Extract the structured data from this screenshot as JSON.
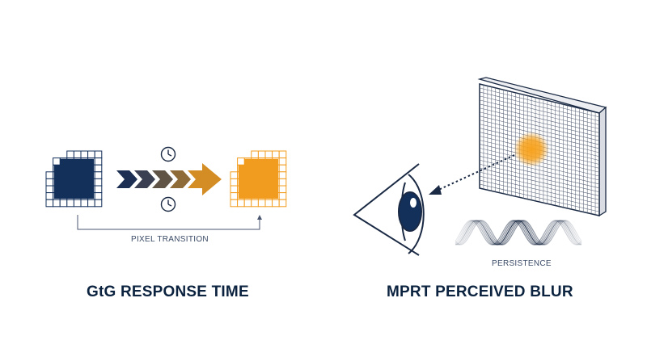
{
  "colors": {
    "navy": "#13305b",
    "orange": "#f29c1f",
    "dark_line": "#1b2a44",
    "grid_light": "#cfd3db"
  },
  "left": {
    "transition_label": "PIXEL TRANSITION",
    "title": "GtG RESPONSE TIME"
  },
  "right": {
    "persistence_label": "PERSISTENCE",
    "title": "MPRT PERCEIVED BLUR"
  },
  "icons": [
    "clock-icon",
    "clock-icon",
    "eye-icon"
  ]
}
